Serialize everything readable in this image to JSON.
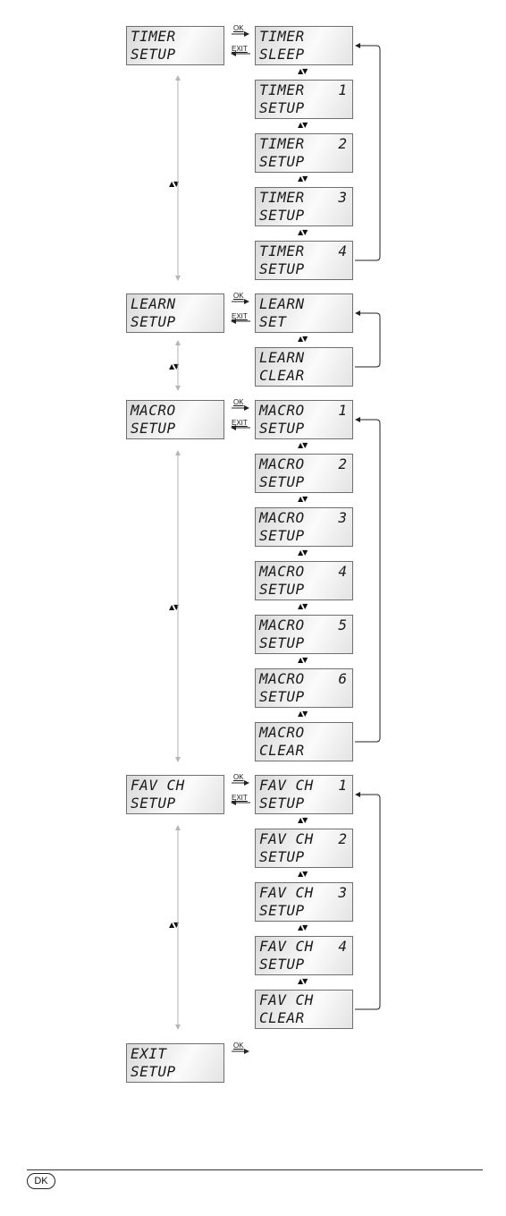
{
  "labels": {
    "ok": "OK",
    "exit": "EXIT",
    "updown": "▲▼"
  },
  "menus": [
    {
      "id": "timer",
      "main": {
        "line1": "TIMER",
        "line2": "SETUP"
      },
      "has_exit": true,
      "subs": [
        {
          "line1": "TIMER",
          "num": "",
          "line2": "SLEEP"
        },
        {
          "line1": "TIMER",
          "num": "1",
          "line2": "SETUP"
        },
        {
          "line1": "TIMER",
          "num": "2",
          "line2": "SETUP"
        },
        {
          "line1": "TIMER",
          "num": "3",
          "line2": "SETUP"
        },
        {
          "line1": "TIMER",
          "num": "4",
          "line2": "SETUP"
        }
      ]
    },
    {
      "id": "learn",
      "main": {
        "line1": "LEARN",
        "line2": "SETUP"
      },
      "has_exit": true,
      "subs": [
        {
          "line1": "LEARN",
          "num": "",
          "line2": "SET"
        },
        {
          "line1": "LEARN",
          "num": "",
          "line2": "CLEAR"
        }
      ]
    },
    {
      "id": "macro",
      "main": {
        "line1": "MACRO",
        "line2": "SETUP"
      },
      "has_exit": true,
      "subs": [
        {
          "line1": "MACRO",
          "num": "1",
          "line2": "SETUP"
        },
        {
          "line1": "MACRO",
          "num": "2",
          "line2": "SETUP"
        },
        {
          "line1": "MACRO",
          "num": "3",
          "line2": "SETUP"
        },
        {
          "line1": "MACRO",
          "num": "4",
          "line2": "SETUP"
        },
        {
          "line1": "MACRO",
          "num": "5",
          "line2": "SETUP"
        },
        {
          "line1": "MACRO",
          "num": "6",
          "line2": "SETUP"
        },
        {
          "line1": "MACRO",
          "num": "",
          "line2": "CLEAR"
        }
      ]
    },
    {
      "id": "favch",
      "main": {
        "line1": "FAV CH",
        "line2": "SETUP"
      },
      "has_exit": true,
      "subs": [
        {
          "line1": "FAV CH",
          "num": "1",
          "line2": "SETUP"
        },
        {
          "line1": "FAV CH",
          "num": "2",
          "line2": "SETUP"
        },
        {
          "line1": "FAV CH",
          "num": "3",
          "line2": "SETUP"
        },
        {
          "line1": "FAV CH",
          "num": "4",
          "line2": "SETUP"
        },
        {
          "line1": "FAV CH",
          "num": "",
          "line2": "CLEAR"
        }
      ]
    },
    {
      "id": "exit",
      "main": {
        "line1": "EXIT",
        "line2": "SETUP"
      },
      "has_exit": false,
      "subs": []
    }
  ],
  "footer": {
    "country_code": "DK"
  }
}
